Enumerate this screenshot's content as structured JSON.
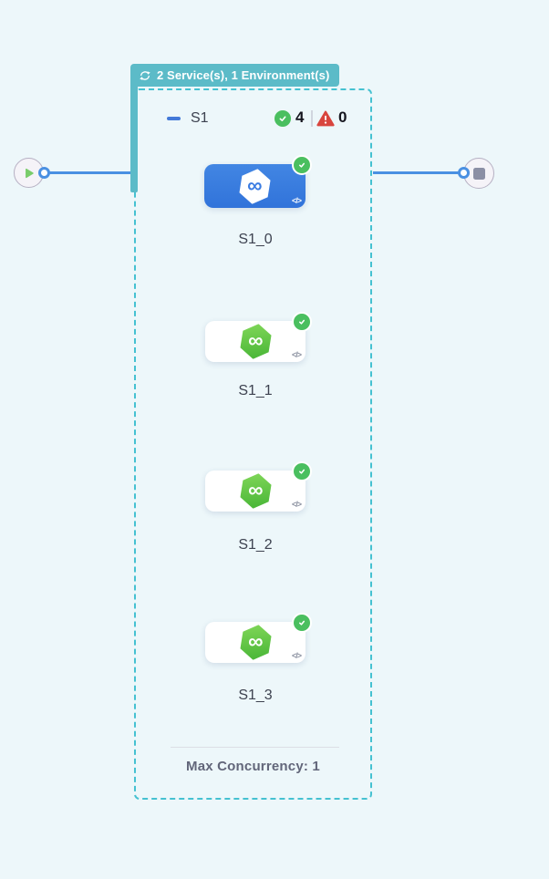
{
  "header_badge": {
    "label": "2 Service(s), 1 Environment(s)"
  },
  "stage": {
    "name": "S1",
    "success_count": "4",
    "error_count": "0",
    "max_concurrency_label": "Max Concurrency: 1"
  },
  "nodes": [
    {
      "label": "S1_0",
      "selected": true,
      "status": "success"
    },
    {
      "label": "S1_1",
      "selected": false,
      "status": "success"
    },
    {
      "label": "S1_2",
      "selected": false,
      "status": "success"
    },
    {
      "label": "S1_3",
      "selected": false,
      "status": "success"
    }
  ],
  "icons": {
    "badge": "loop-icon",
    "node": "harness-hexagon-icon",
    "infinity_glyph": "∞",
    "code_glyph": "</>",
    "success": "check-circle-icon",
    "error": "warning-triangle-icon",
    "start": "play-icon",
    "end": "stop-icon"
  },
  "colors": {
    "background": "#edf7fa",
    "badge_teal": "#5cbbc8",
    "dashed_border": "#45c1d1",
    "connector_blue": "#4a90e2",
    "selected_node_blue": "#3b7de0",
    "success_green": "#4abf5f",
    "error_red": "#d8453e",
    "hexagon_green": "#5cc43f",
    "label_text": "#3d4250",
    "max_concurrency_text": "#62667a"
  }
}
